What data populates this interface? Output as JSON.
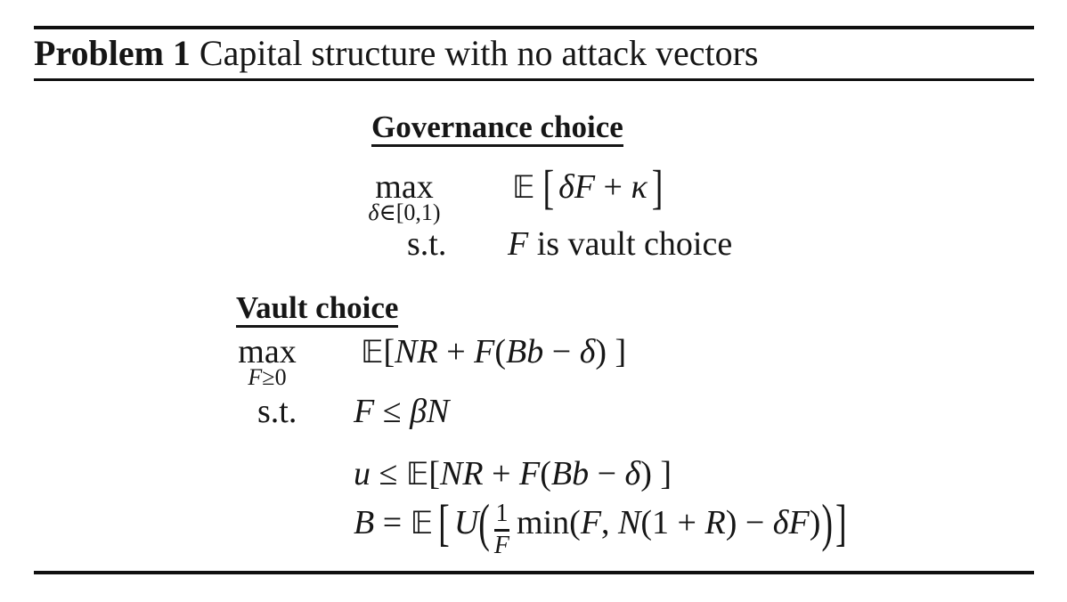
{
  "problem": {
    "label": "Problem 1",
    "title": " Capital structure with no attack vectors"
  },
  "governance": {
    "heading": "Governance choice",
    "max_label": "max",
    "max_subscript": [
      {
        "c": "v",
        "t": "δ"
      },
      {
        "c": "o",
        "t": "∈[0,1)"
      }
    ],
    "expectation": "𝔼",
    "left_bracket": "[",
    "objective_body": [
      {
        "c": "v",
        "t": "δF"
      },
      {
        "c": "o",
        "t": " + "
      },
      {
        "c": "v",
        "t": "κ"
      }
    ],
    "right_bracket": "]",
    "st_label": "s.t.",
    "constraint": [
      {
        "c": "v",
        "t": "F"
      },
      {
        "c": "o",
        "t": " is vault choice"
      }
    ]
  },
  "vault": {
    "heading": "Vault choice",
    "max_label": "max",
    "max_subscript": [
      {
        "c": "v",
        "t": "F"
      },
      {
        "c": "o",
        "t": "≥0"
      }
    ],
    "objective": [
      {
        "c": "bb",
        "t": "𝔼"
      },
      {
        "c": "o",
        "t": "["
      },
      {
        "c": "v",
        "t": "NR"
      },
      {
        "c": "o",
        "t": " + "
      },
      {
        "c": "v",
        "t": "F"
      },
      {
        "c": "o",
        "t": "("
      },
      {
        "c": "v",
        "t": "Bb"
      },
      {
        "c": "o",
        "t": " − "
      },
      {
        "c": "v",
        "t": "δ"
      },
      {
        "c": "o",
        "t": ") ]"
      }
    ],
    "st_label": "s.t.",
    "constraint1": [
      {
        "c": "v",
        "t": "F"
      },
      {
        "c": "o",
        "t": " ≤ "
      },
      {
        "c": "v",
        "t": "βN"
      }
    ],
    "constraint2": [
      {
        "c": "v",
        "t": "u"
      },
      {
        "c": "o",
        "t": " ≤ "
      },
      {
        "c": "bb",
        "t": "𝔼"
      },
      {
        "c": "o",
        "t": "["
      },
      {
        "c": "v",
        "t": "NR"
      },
      {
        "c": "o",
        "t": " + "
      },
      {
        "c": "v",
        "t": "F"
      },
      {
        "c": "o",
        "t": "("
      },
      {
        "c": "v",
        "t": "Bb"
      },
      {
        "c": "o",
        "t": " − "
      },
      {
        "c": "v",
        "t": "δ"
      },
      {
        "c": "o",
        "t": ") ]"
      }
    ],
    "constraint3": {
      "lhs": [
        {
          "c": "v",
          "t": "B"
        },
        {
          "c": "o",
          "t": " = "
        },
        {
          "c": "bb",
          "t": "𝔼"
        }
      ],
      "left_bracket": "[",
      "function": "U",
      "left_paren": "(",
      "fraction": {
        "numerator": "1",
        "denominator": "F"
      },
      "body": [
        {
          "c": "o",
          "t": "min("
        },
        {
          "c": "v",
          "t": "F"
        },
        {
          "c": "o",
          "t": ", "
        },
        {
          "c": "v",
          "t": "N"
        },
        {
          "c": "o",
          "t": "(1 + "
        },
        {
          "c": "v",
          "t": "R"
        },
        {
          "c": "o",
          "t": ") − "
        },
        {
          "c": "v",
          "t": "δF"
        },
        {
          "c": "o",
          "t": ")"
        }
      ],
      "right_paren": ")",
      "right_bracket": "]"
    }
  },
  "colors": {
    "background": "#ffffff",
    "text": "#161616",
    "rule": "#101010"
  }
}
